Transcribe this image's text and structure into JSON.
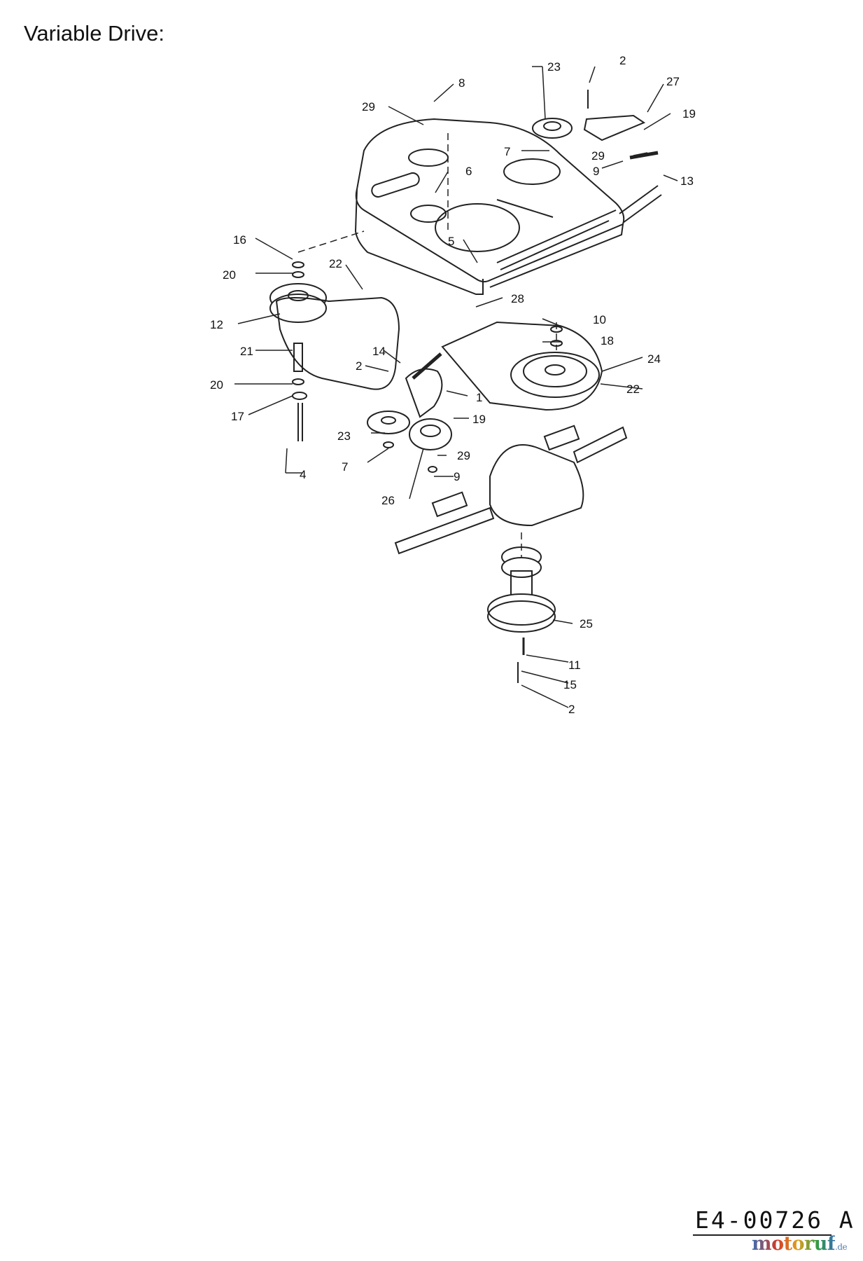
{
  "header": {
    "title": "Variable Drive:"
  },
  "diagram": {
    "callouts": [
      {
        "id": "c23a",
        "text": "23"
      },
      {
        "id": "c2a",
        "text": "2"
      },
      {
        "id": "c27",
        "text": "27"
      },
      {
        "id": "c8",
        "text": "8"
      },
      {
        "id": "c29a",
        "text": "29"
      },
      {
        "id": "c19a",
        "text": "19"
      },
      {
        "id": "c7a",
        "text": "7"
      },
      {
        "id": "c29b",
        "text": "29"
      },
      {
        "id": "c9a",
        "text": "9"
      },
      {
        "id": "c13",
        "text": "13"
      },
      {
        "id": "c6",
        "text": "6"
      },
      {
        "id": "c16",
        "text": "16"
      },
      {
        "id": "c5",
        "text": "5"
      },
      {
        "id": "c22a",
        "text": "22"
      },
      {
        "id": "c20a",
        "text": "20"
      },
      {
        "id": "c28",
        "text": "28"
      },
      {
        "id": "c12",
        "text": "12"
      },
      {
        "id": "c10",
        "text": "10"
      },
      {
        "id": "c18",
        "text": "18"
      },
      {
        "id": "c21",
        "text": "21"
      },
      {
        "id": "c14",
        "text": "14"
      },
      {
        "id": "c24",
        "text": "24"
      },
      {
        "id": "c2b",
        "text": "2"
      },
      {
        "id": "c20b",
        "text": "20"
      },
      {
        "id": "c22b",
        "text": "22"
      },
      {
        "id": "c1",
        "text": "1"
      },
      {
        "id": "c17",
        "text": "17"
      },
      {
        "id": "c19b",
        "text": "19"
      },
      {
        "id": "c23b",
        "text": "23"
      },
      {
        "id": "c29c",
        "text": "29"
      },
      {
        "id": "c7b",
        "text": "7"
      },
      {
        "id": "c4",
        "text": "4"
      },
      {
        "id": "c9b",
        "text": "9"
      },
      {
        "id": "c26",
        "text": "26"
      },
      {
        "id": "c25",
        "text": "25"
      },
      {
        "id": "c11",
        "text": "11"
      },
      {
        "id": "c15",
        "text": "15"
      },
      {
        "id": "c2c",
        "text": "2"
      }
    ]
  },
  "footer": {
    "drawing_code": "E4-00726 A",
    "brand": {
      "name": "motoruf",
      "tld": ".de"
    }
  }
}
